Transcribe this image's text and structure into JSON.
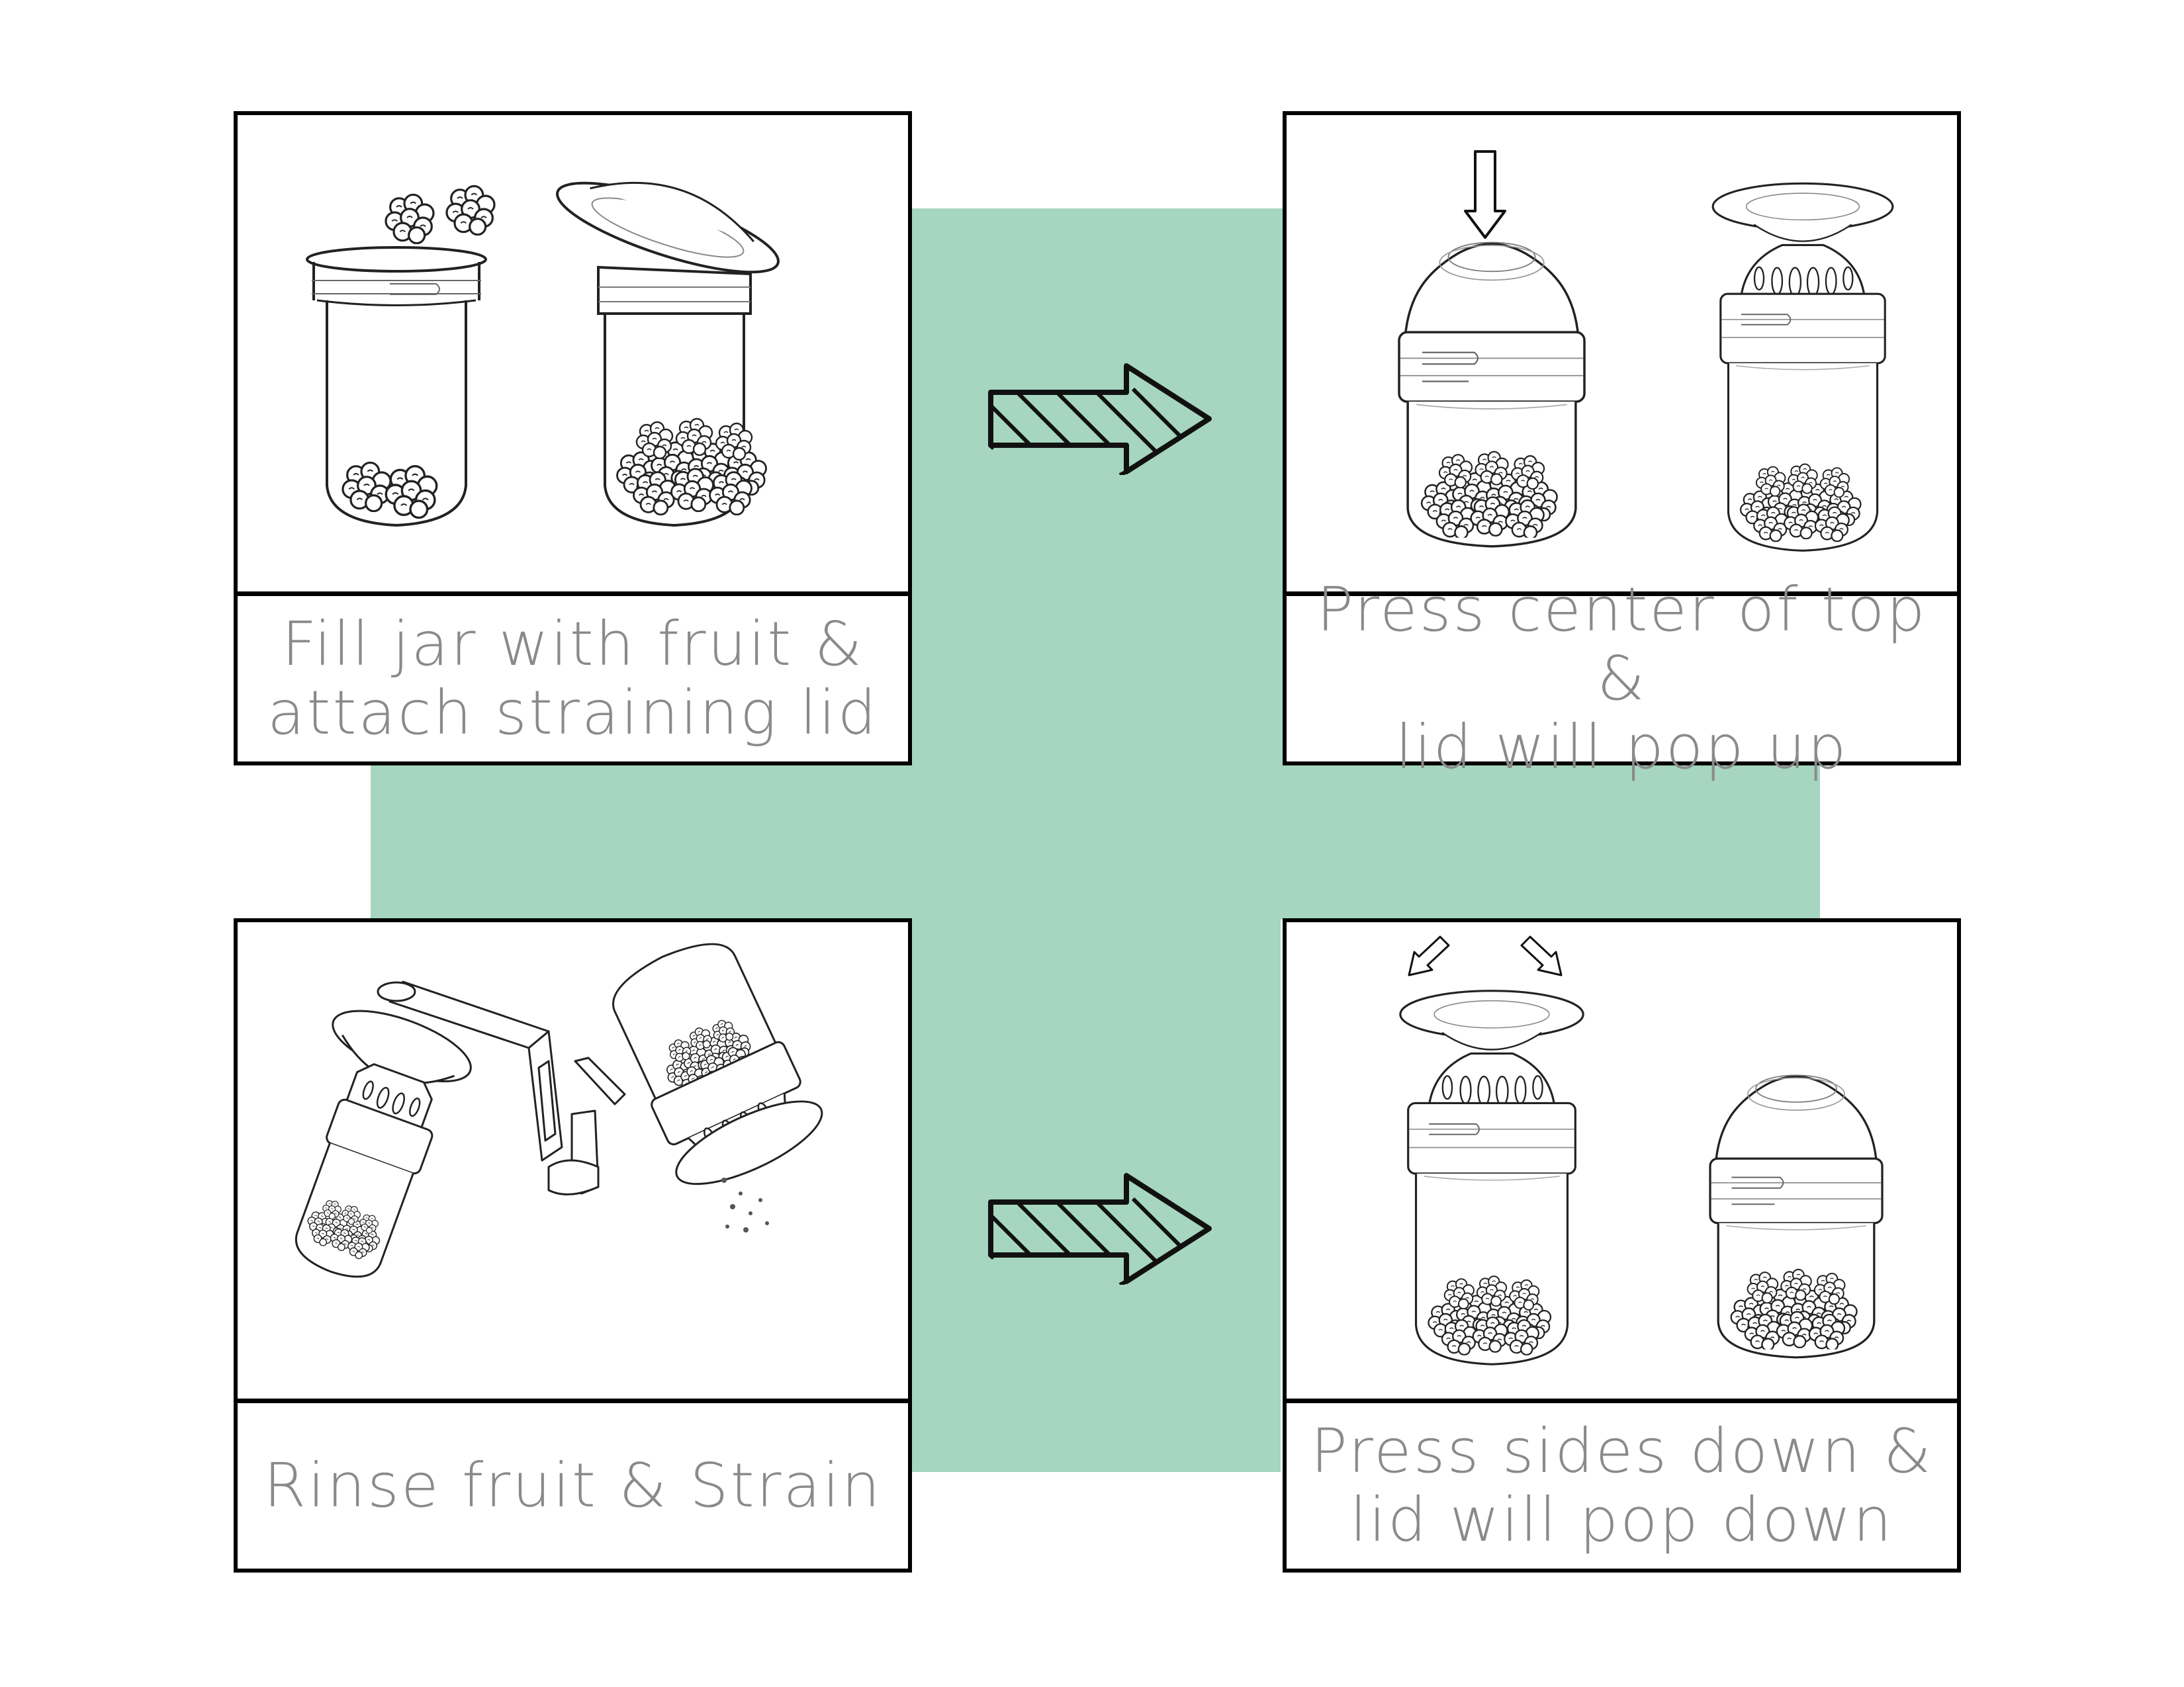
{
  "colors": {
    "backdrop": "#a6d6bf",
    "border": "#000000",
    "caption_text": "#8a8a8a",
    "line_art": "#222222"
  },
  "steps": [
    {
      "caption": "Fill jar with fruit &\nattach straining lid",
      "illustration": "open-jar-with-berries-and-straining-lid"
    },
    {
      "caption": "Press center of top &\nlid will pop up",
      "illustration": "jar-lid-pop-up"
    },
    {
      "caption": "Rinse fruit & Strain",
      "illustration": "faucet-rinse-and-strain"
    },
    {
      "caption": "Press sides down &\nlid will pop down",
      "illustration": "jar-lid-pop-down"
    }
  ],
  "connectors": [
    {
      "icon": "hatched-right-arrow-icon"
    },
    {
      "icon": "hatched-right-arrow-icon"
    }
  ]
}
